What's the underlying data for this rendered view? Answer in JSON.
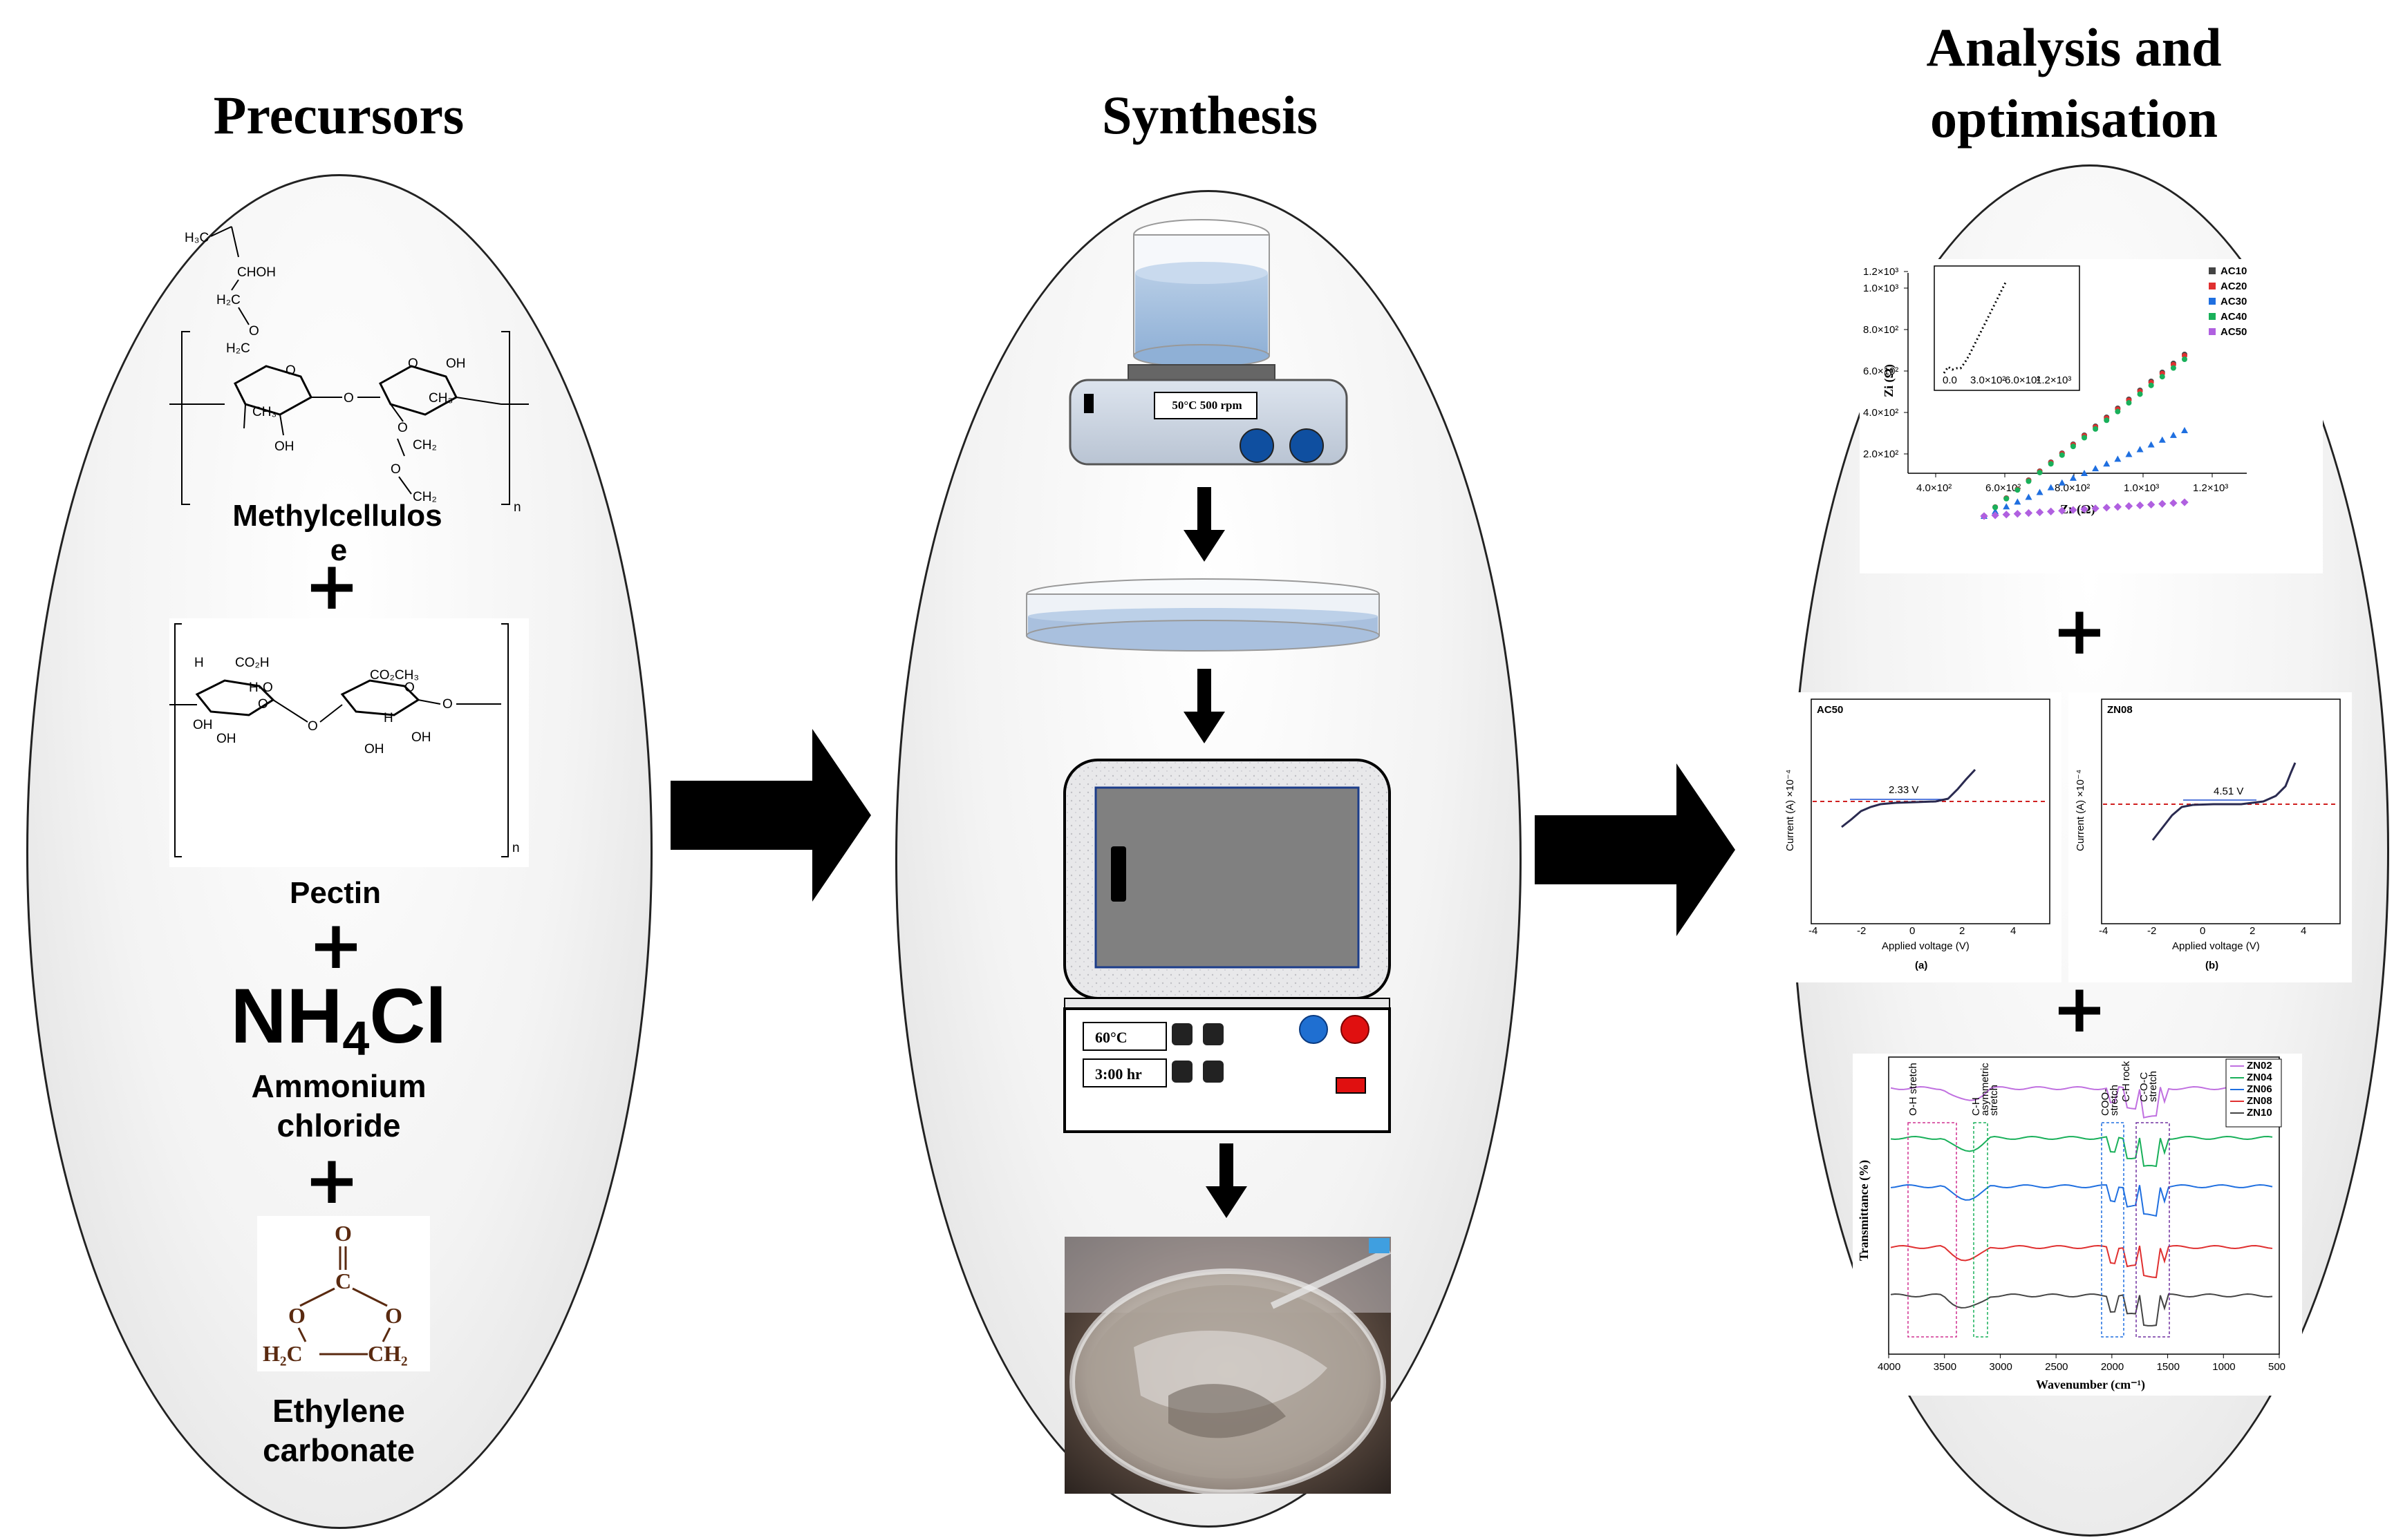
{
  "columns": {
    "precursors": {
      "title": "Precursors"
    },
    "synthesis": {
      "title": "Synthesis"
    },
    "analysis": {
      "title_line1": "Analysis and",
      "title_line2": "optimisation"
    }
  },
  "precursors": {
    "methylcellulose": {
      "label_line1": "Methylcellulos",
      "label_line2": "e"
    },
    "pectin": {
      "label": "Pectin"
    },
    "nh4cl": {
      "formula_nh": "NH",
      "formula_sub": "4",
      "formula_cl": "Cl",
      "label_line1": "Ammonium",
      "label_line2": "chloride"
    },
    "ec": {
      "label_line1": "Ethylene",
      "label_line2": "carbonate"
    },
    "plus_sign": "+"
  },
  "synthesis": {
    "stirrer_display": "50°C 500 rpm",
    "oven_temp": "60°C",
    "oven_time": "3:00 hr"
  },
  "analysis": {
    "plus_sign": "+",
    "impedance": {
      "legend": [
        "AC10",
        "AC20",
        "AC30",
        "AC40",
        "AC50"
      ],
      "legend_colors": [
        "#444444",
        "#e03030",
        "#1f6fe0",
        "#19b05a",
        "#b060e0"
      ],
      "x_ticks": [
        "4.0×10²",
        "6.0×10²",
        "8.0×10²",
        "1.0×10³",
        "1.2×10³"
      ],
      "y_ticks": [
        "2.0×10²",
        "4.0×10²",
        "6.0×10²",
        "8.0×10²",
        "1.0×10³",
        "1.2×10³"
      ],
      "xlabel": "Zr (Ω)",
      "ylabel": "Zi (Ω)"
    },
    "lsv_a": {
      "tag": "AC50",
      "window": "2.33 V",
      "xlabel": "Applied voltage (V)",
      "ylabel": "Current (A) ×10⁻⁴",
      "caption": "(a)",
      "x_ticks": [
        "-4",
        "-2",
        "0",
        "2",
        "4"
      ]
    },
    "lsv_b": {
      "tag": "ZN08",
      "window": "4.51 V",
      "xlabel": "Applied voltage (V)",
      "ylabel": "Current (A) ×10⁻⁴",
      "caption": "(b)",
      "x_ticks": [
        "-4",
        "-2",
        "0",
        "2",
        "4"
      ]
    },
    "ftir": {
      "legend": [
        "ZN02",
        "ZN04",
        "ZN06",
        "ZN08",
        "ZN10"
      ],
      "legend_colors": [
        "#c070e0",
        "#19b05a",
        "#1f6fe0",
        "#e03030",
        "#444444"
      ],
      "x_ticks": [
        "4000",
        "3500",
        "3000",
        "2500",
        "2000",
        "1500",
        "1000",
        "500"
      ],
      "xlabel": "Wavenumber (cm⁻¹)",
      "ylabel": "Transmittance (%)"
    }
  }
}
